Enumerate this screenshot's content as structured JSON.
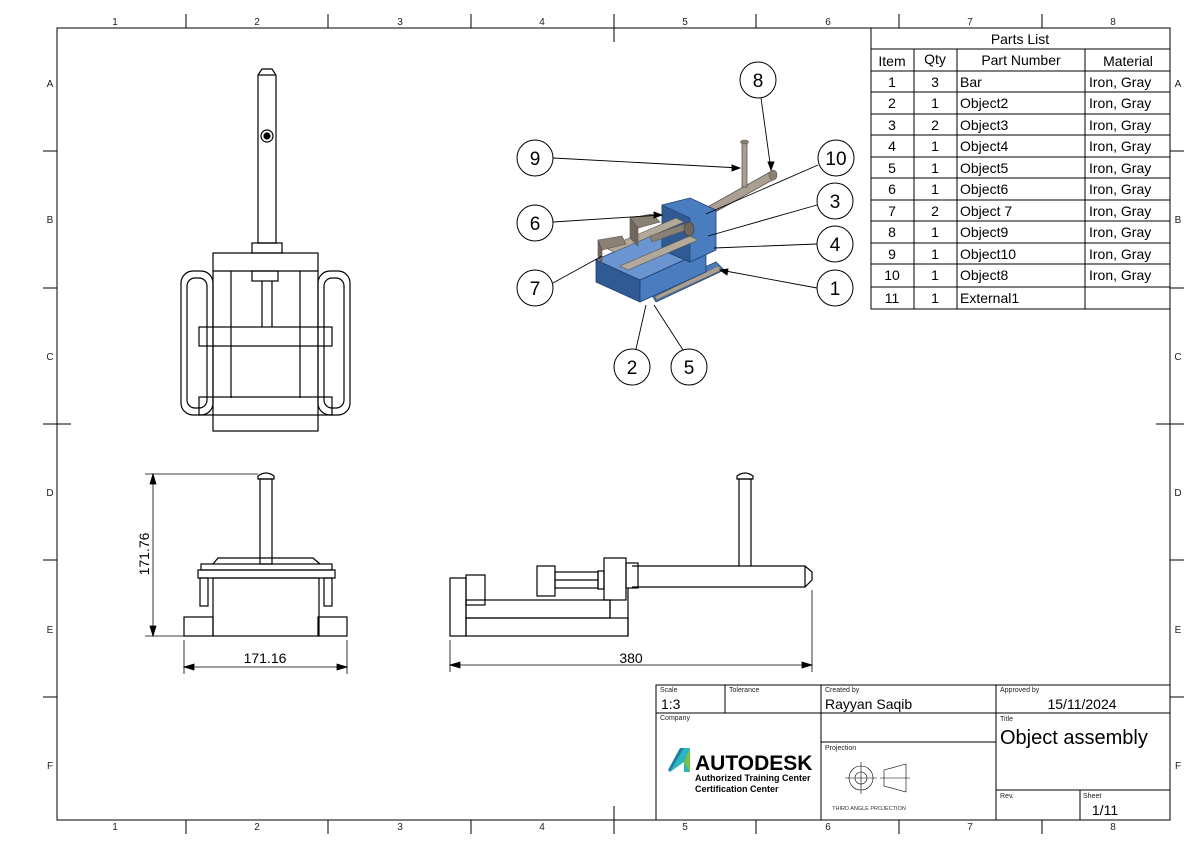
{
  "border": {
    "columns": [
      "1",
      "2",
      "3",
      "4",
      "5",
      "6",
      "7",
      "8"
    ],
    "rows": [
      "A",
      "B",
      "C",
      "D",
      "E",
      "F"
    ]
  },
  "parts_list": {
    "title": "Parts List",
    "headers": [
      "Item",
      "Qty",
      "Part Number",
      "Material"
    ],
    "rows": [
      [
        "1",
        "3",
        "Bar",
        "Iron, Gray"
      ],
      [
        "2",
        "1",
        "Object2",
        "Iron, Gray"
      ],
      [
        "3",
        "2",
        "Object3",
        "Iron, Gray"
      ],
      [
        "4",
        "1",
        "Object4",
        "Iron, Gray"
      ],
      [
        "5",
        "1",
        "Object5",
        "Iron, Gray"
      ],
      [
        "6",
        "1",
        "Object6",
        "Iron, Gray"
      ],
      [
        "7",
        "2",
        "Object 7",
        "Iron, Gray"
      ],
      [
        "8",
        "1",
        "Object9",
        "Iron, Gray"
      ],
      [
        "9",
        "1",
        "Object10",
        "Iron, Gray"
      ],
      [
        "10",
        "1",
        "Object8",
        "Iron, Gray"
      ],
      [
        "11",
        "1",
        "External1",
        ""
      ]
    ]
  },
  "balloons": [
    "8",
    "9",
    "10",
    "6",
    "3",
    "4",
    "7",
    "1",
    "2",
    "5"
  ],
  "dimensions": {
    "height": "171.76",
    "width": "171.16",
    "length": "380"
  },
  "title_block": {
    "scale_label": "Scale",
    "scale_value": "1:3",
    "tolerance_label": "Tolerance",
    "created_label": "Created by",
    "created_value": "Rayyan Saqib",
    "approved_label": "Approved by",
    "approved_value": "15/11/2024",
    "company_label": "Company",
    "projection_label": "Projection",
    "projection_caption": "THIRD ANGLE PROJECTION",
    "title_label": "Title",
    "title_value": "Object assembly",
    "rev_label": "Rev.",
    "sheet_label": "Sheet",
    "sheet_value": "1/11",
    "logo_text": "AUTODESK",
    "logo_sub1": "Authorized Training Center",
    "logo_sub2": "Certification Center"
  },
  "colors": {
    "vise_body": "#4a7cc0",
    "vise_body_dark": "#2f5a93",
    "steel": "#a99f92",
    "steel_dark": "#6f665c"
  }
}
